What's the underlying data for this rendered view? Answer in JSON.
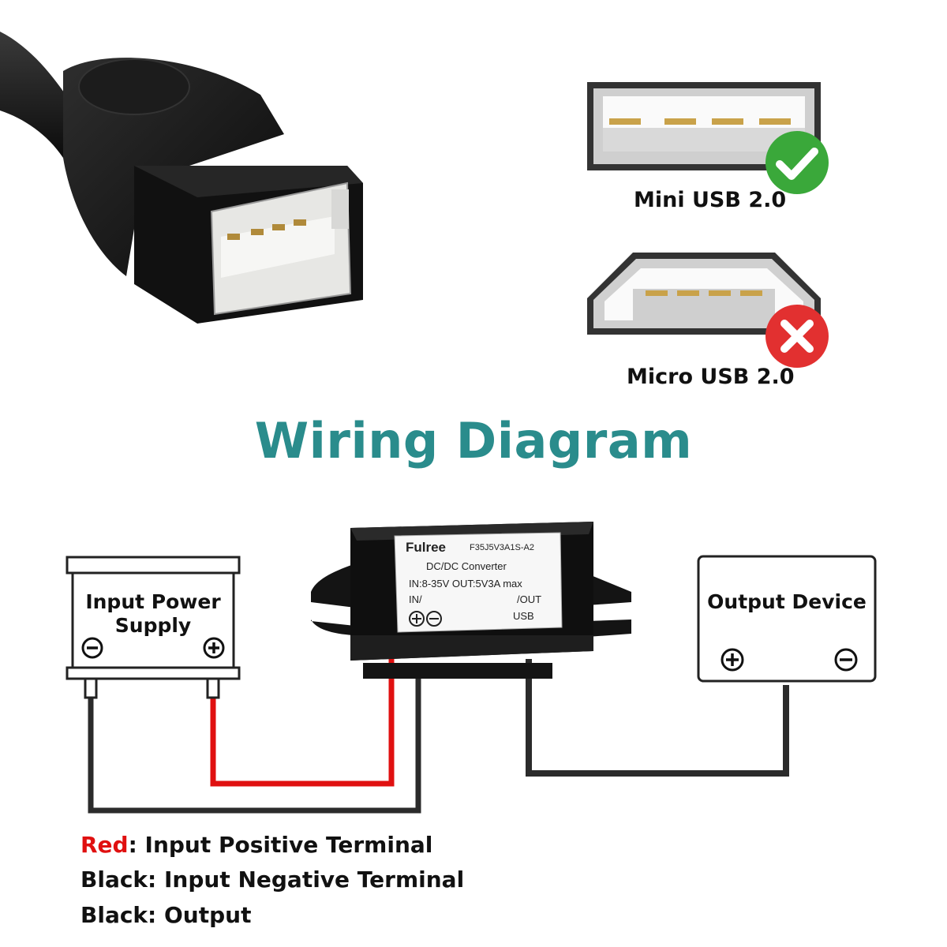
{
  "ports": {
    "mini": {
      "label": "Mini USB 2.0",
      "status": "supported"
    },
    "micro": {
      "label": "Micro USB 2.0",
      "status": "not supported"
    }
  },
  "title": "Wiring Diagram",
  "input_box": {
    "label_line1": "Input Power",
    "label_line2": "Supply"
  },
  "output_box": {
    "label": "Output Device"
  },
  "converter": {
    "brand": "Fulree",
    "model": "F35J5V3A1S-A2",
    "type": "DC/DC Converter",
    "spec": "IN:8-35V  OUT:5V3A max",
    "in_label": "IN/",
    "out_label": "/OUT",
    "usb_label": "USB"
  },
  "legend": {
    "red_key": "Red",
    "red_text": ": Input Positive Terminal",
    "black_neg": "Black: Input Negative Terminal",
    "black_out": "Black: Output"
  },
  "colors": {
    "title": "#2a8c8c",
    "red_wire": "#e01010",
    "black_wire": "#2b2b2b",
    "check": "#3aa83a",
    "cross": "#e23030"
  }
}
